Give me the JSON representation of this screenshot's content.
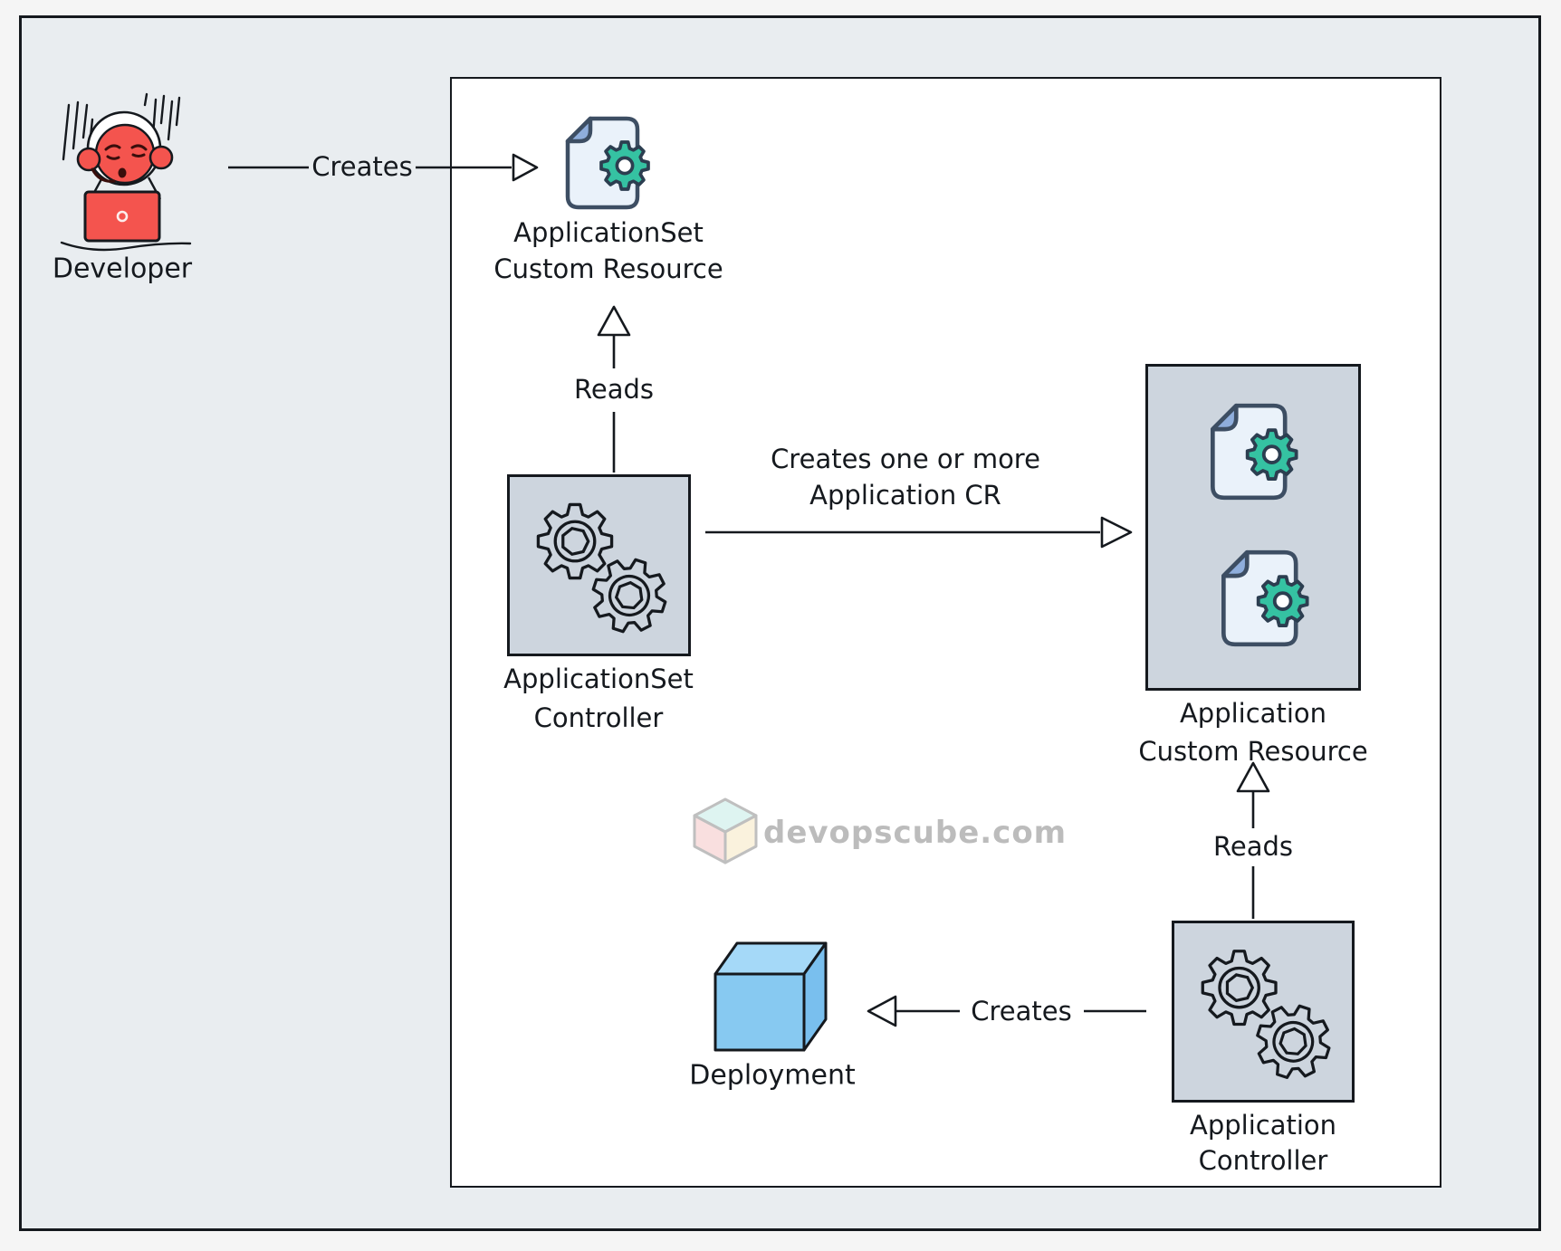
{
  "diagram": {
    "nodes": {
      "developer": {
        "label": "Developer"
      },
      "appset_custom_resource": {
        "line1": "ApplicationSet",
        "line2": "Custom Resource"
      },
      "appset_controller": {
        "line1": "ApplicationSet",
        "line2": "Controller"
      },
      "application_custom_resource": {
        "line1": "Application",
        "line2": "Custom Resource"
      },
      "application_controller": {
        "line1": "Application",
        "line2": "Controller"
      },
      "deployment": {
        "label": "Deployment"
      }
    },
    "edges": {
      "developer_creates_appset_cr": {
        "label": "Creates"
      },
      "appset_controller_reads_appset_cr": {
        "label": "Reads"
      },
      "appset_controller_creates_app_cr": {
        "line1": "Creates one or more",
        "line2": "Application CR"
      },
      "app_controller_reads_app_cr": {
        "label": "Reads"
      },
      "app_controller_creates_deployment": {
        "label": "Creates"
      }
    },
    "watermark": {
      "text": "devopscube.com"
    },
    "icons": {
      "developer-icon": "person-with-headphones-at-laptop",
      "document-gear-icon": "document-with-teal-gear",
      "gears-icon": "two-outlined-cogs",
      "deployment-cube-icon": "blue-3d-cube",
      "watermark-cube-icon": "pastel-3d-cube"
    },
    "colors": {
      "canvas_background": "#F5F5F5",
      "panel_background": "#E9EDF0",
      "inner_box_background": "#FFFFFF",
      "node_box_fill": "#CDD5DE",
      "outline": "#15191E",
      "document_fill": "#EAF2FA",
      "document_fold": "#8FAEDC",
      "gear_teal": "#35C2A2",
      "developer_red": "#F4544E",
      "deployment_blue": "#87C9F1",
      "watermark_gray": "#BCBCBC"
    }
  }
}
